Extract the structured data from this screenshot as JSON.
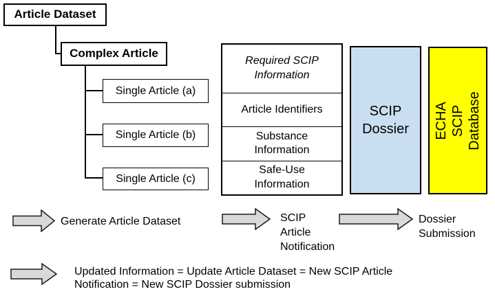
{
  "tree": {
    "root": "Article Dataset",
    "child": "Complex Article",
    "leaves": [
      "Single Article (a)",
      "Single Article (b)",
      "Single Article (c)"
    ]
  },
  "info_table": {
    "header": "Required SCIP\nInformation",
    "rows": [
      "Article Identifiers",
      "Substance\nInformation",
      "Safe-Use\nInformation"
    ]
  },
  "dossier_box_label": "SCIP\nDossier",
  "database_box_label": "ECHA SCIP\nDatabase",
  "flow": {
    "step1_label": "Generate Article Dataset",
    "step2_label": "SCIP\nArticle\nNotification",
    "step3_label": "Dossier\nSubmission",
    "update_label": "Updated Information = Update Article Dataset = New SCIP Article\nNotification = New SCIP Dossier submission"
  },
  "colors": {
    "dossier_fill": "#c9def0",
    "database_fill": "#ffff00",
    "arrow_fill": "#d9d9d9",
    "arrow_stroke": "#1a1a1a",
    "border": "#000000"
  }
}
